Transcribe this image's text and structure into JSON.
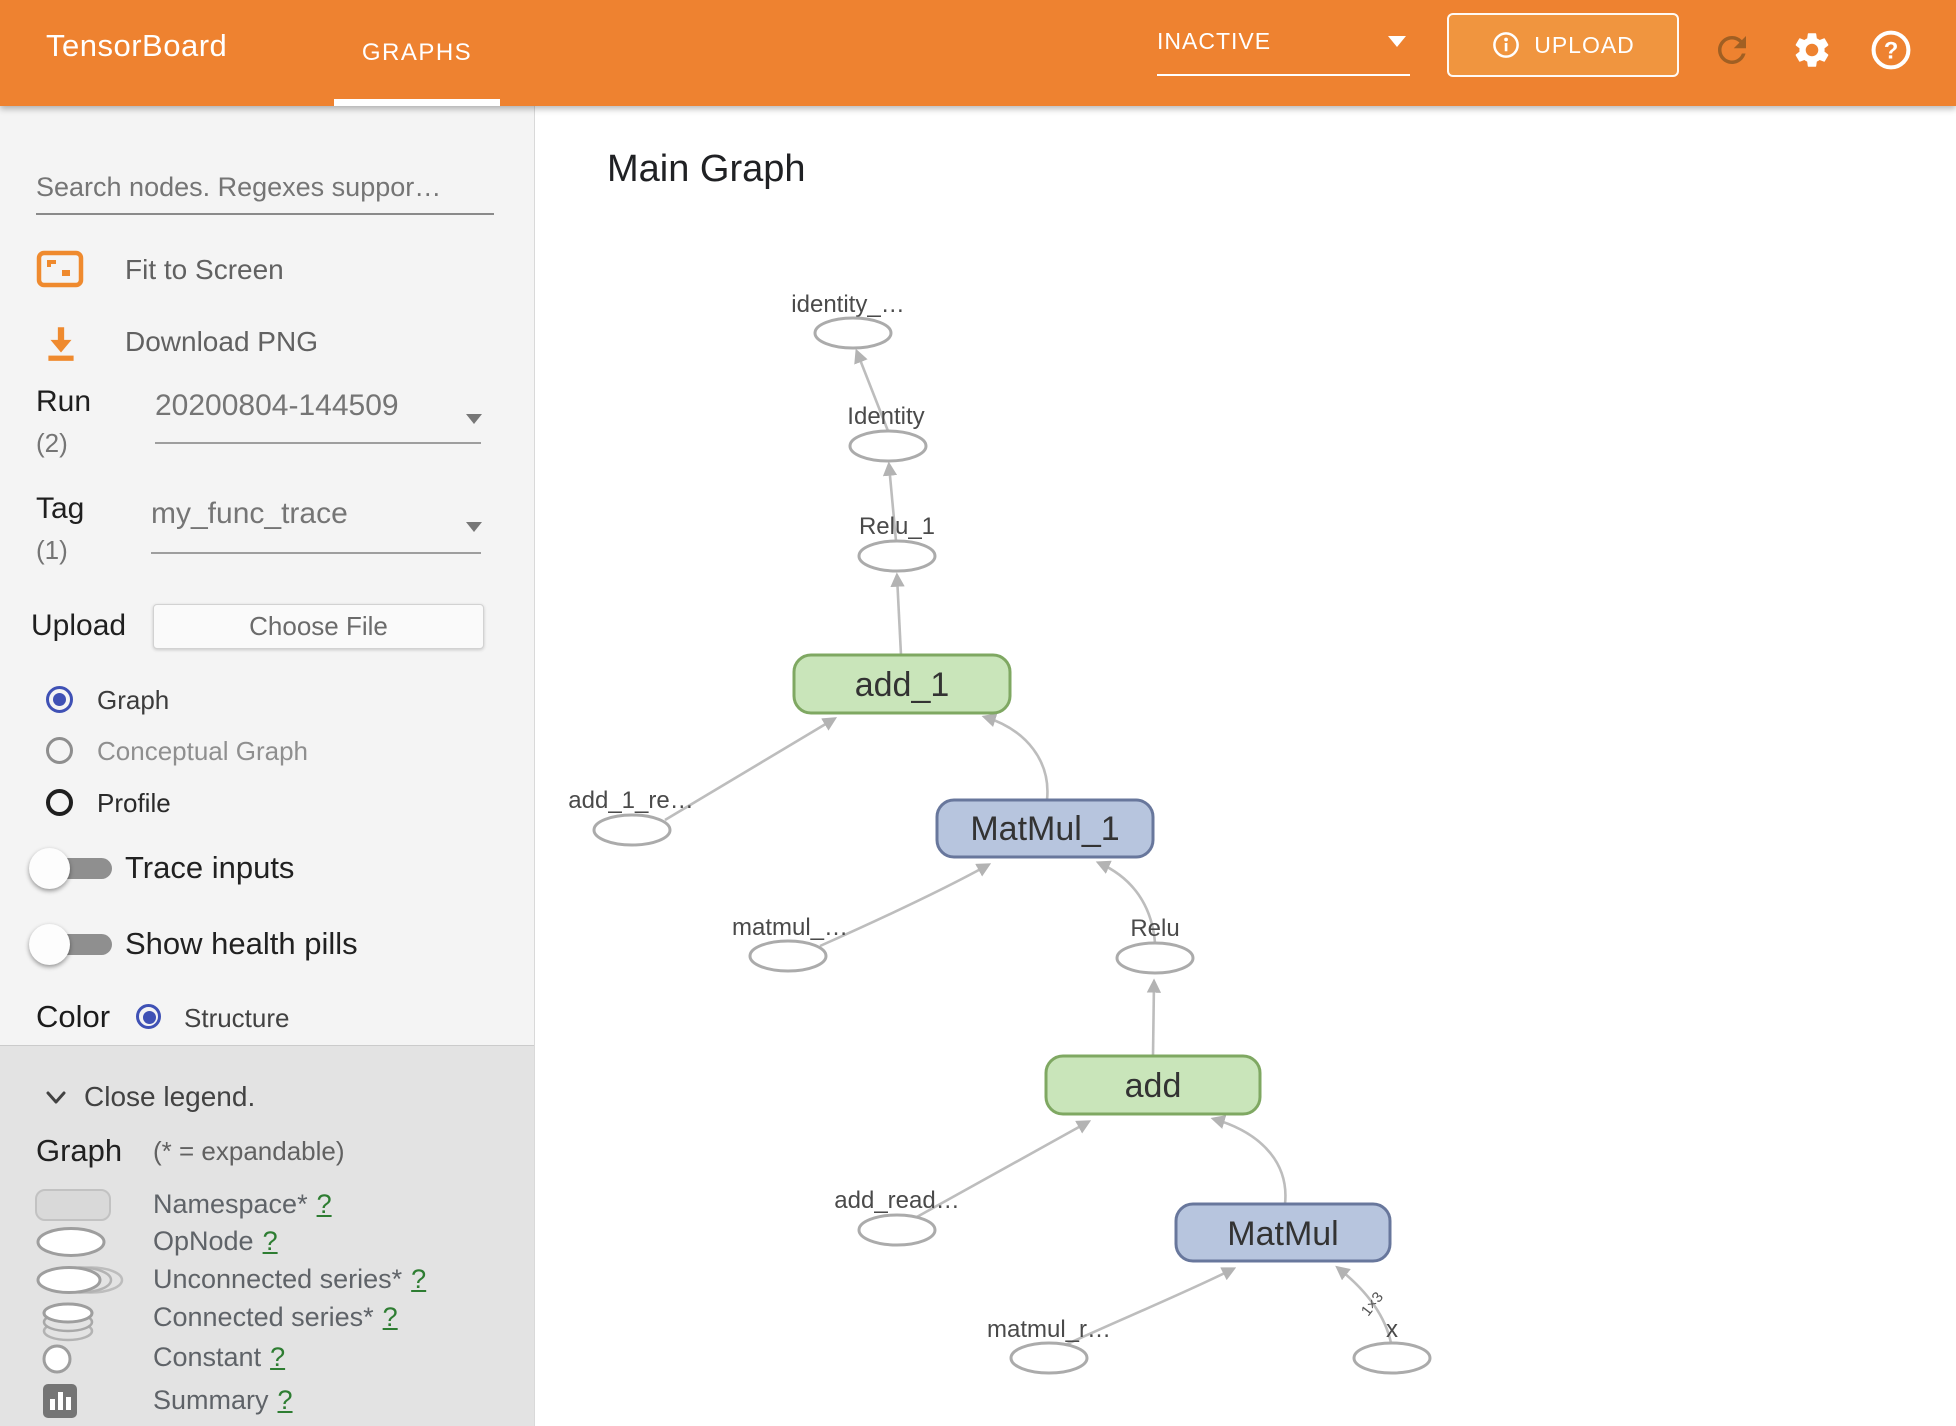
{
  "header": {
    "logo": "TensorBoard",
    "tab": "GRAPHS",
    "mode_select": "INACTIVE",
    "upload_label": "UPLOAD"
  },
  "sidebar": {
    "search_placeholder": "Search nodes. Regexes suppor…",
    "fit_to_screen": "Fit to Screen",
    "download_png": "Download PNG",
    "run": {
      "label": "Run",
      "count": "(2)",
      "value": "20200804-144509"
    },
    "tag": {
      "label": "Tag",
      "count": "(1)",
      "value": "my_func_trace"
    },
    "upload": {
      "label": "Upload",
      "button": "Choose File"
    },
    "views": [
      "Graph",
      "Conceptual Graph",
      "Profile"
    ],
    "toggles": [
      "Trace inputs",
      "Show health pills"
    ],
    "color_label": "Color",
    "color_option": "Structure",
    "legend": {
      "close": "Close legend.",
      "heading": "Graph",
      "expandable_note": "(* = expandable)",
      "items": [
        {
          "label": "Namespace*",
          "help": "?"
        },
        {
          "label": "OpNode",
          "help": "?"
        },
        {
          "label": "Unconnected series*",
          "help": "?"
        },
        {
          "label": "Connected series*",
          "help": "?"
        },
        {
          "label": "Constant",
          "help": "?"
        },
        {
          "label": "Summary",
          "help": "?"
        }
      ]
    }
  },
  "main": {
    "title": "Main Graph",
    "nodes": {
      "identity_out": "identity_…",
      "identity": "Identity",
      "relu_1": "Relu_1",
      "add_1": "add_1",
      "add_1_read": "add_1_re…",
      "matmul_1": "MatMul_1",
      "matmul_read": "matmul_…",
      "relu": "Relu",
      "add": "add",
      "add_read": "add_read…",
      "matmul": "MatMul",
      "matmul_r": "matmul_r…",
      "x": "x"
    },
    "edge_labels": {
      "x_to_matmul": "1×3"
    }
  },
  "colors": {
    "header_bg": "#ee8230",
    "accent_orange": "#ef8a2e",
    "radio_selected": "#3f51b5",
    "green_node_fill": "#c9e5ba",
    "green_node_border": "#7fa862",
    "blue_node_fill": "#b7c5de",
    "blue_node_border": "#68779c",
    "help_link": "#2e7d32"
  }
}
